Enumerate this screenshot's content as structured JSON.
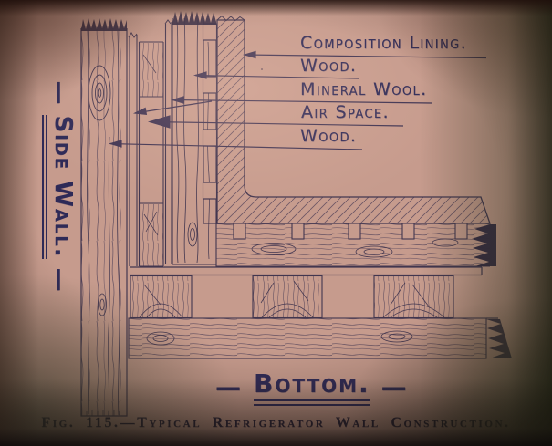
{
  "figure": {
    "caption": "Fig. 115.—Typical Refrigerator Wall Construction.",
    "side_label": {
      "prefix": "—",
      "text": "Side Wall.",
      "suffix": "—"
    },
    "bottom_label": {
      "prefix": "—",
      "text": "Bottom.",
      "suffix": "—"
    },
    "callouts": [
      {
        "label": "Composition Lining."
      },
      {
        "label": "Wood."
      },
      {
        "label": "Mineral Wool."
      },
      {
        "label": "Air Space."
      },
      {
        "label": "Wood."
      }
    ],
    "colors": {
      "paper": "#c69b8d",
      "line_ink": "#42364f",
      "lettering_ink": "#2e2a57",
      "caption_ink": "#241e38"
    }
  }
}
